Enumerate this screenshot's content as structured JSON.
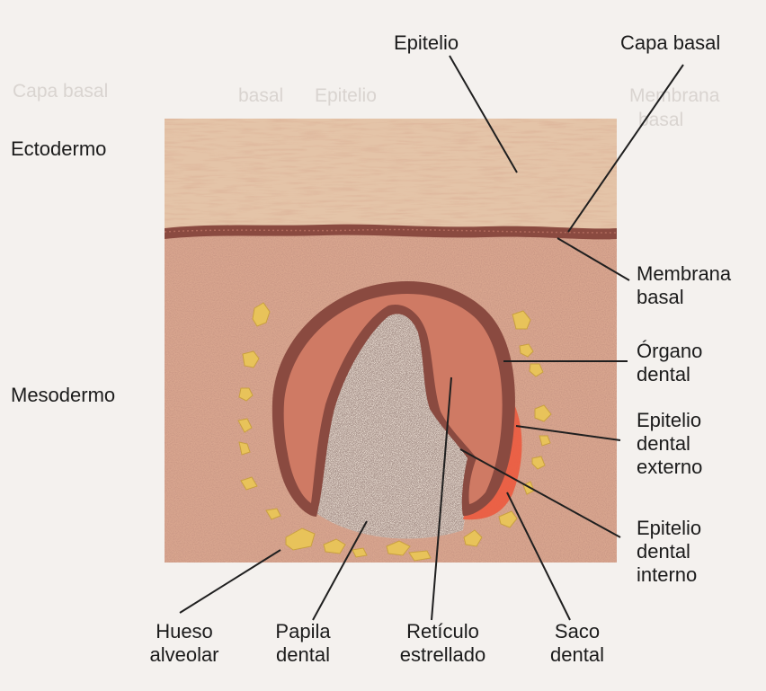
{
  "colors": {
    "paper": "#f4f1ee",
    "epithelium": "#e4c4a8",
    "mesoderm": "#d9a68f",
    "basal_membrane": "#8a4a40",
    "organ_fill": "#cf7a64",
    "papilla": "#efe3d8",
    "bone": "#e8c35a",
    "dental_sac": "#ec5a3e",
    "leader": "#1f1f1f"
  },
  "labels": {
    "epitelio": "Epitelio",
    "capa_basal": "Capa basal",
    "ectodermo": "Ectodermo",
    "mesodermo": "Mesodermo",
    "membrana_basal": [
      "Membrana",
      "basal"
    ],
    "organo_dental": [
      "Órgano",
      "dental"
    ],
    "epitelio_externo": [
      "Epitelio",
      "dental",
      "externo"
    ],
    "epitelio_interno": [
      "Epitelio",
      "dental",
      "interno"
    ],
    "hueso_alveolar": [
      "Hueso",
      "alveolar"
    ],
    "papila_dental": [
      "Papila",
      "dental"
    ],
    "reticulo": [
      "Retículo",
      "estrellado"
    ],
    "saco_dental": [
      "Saco",
      "dental"
    ]
  },
  "ghost_text": [
    "Capa basal",
    "Epitelio",
    "basal",
    "Membrana",
    "basal"
  ]
}
